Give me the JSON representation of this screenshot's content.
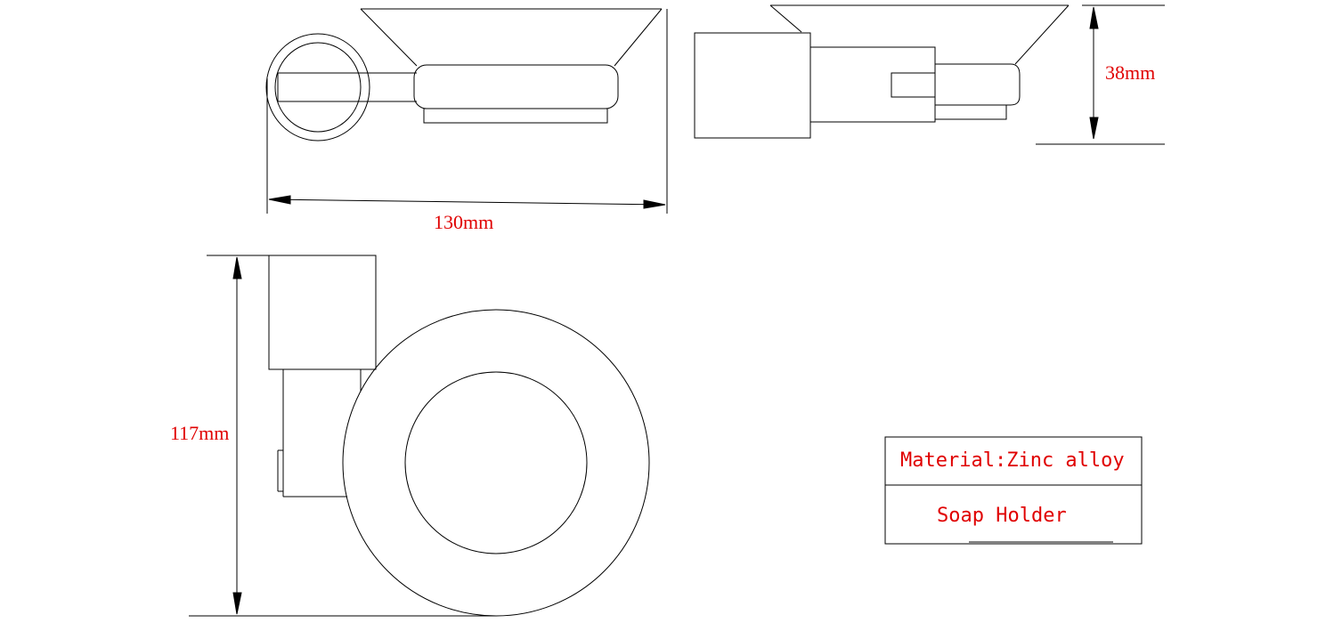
{
  "colors": {
    "line": "#000000",
    "text": "#e00000",
    "background": "#ffffff"
  },
  "dimensions": {
    "width_label": "130mm",
    "height_label": "38mm",
    "depth_label": "117mm"
  },
  "title_block": {
    "material": "Material:Zinc alloy",
    "product_name": "Soap Holder"
  }
}
